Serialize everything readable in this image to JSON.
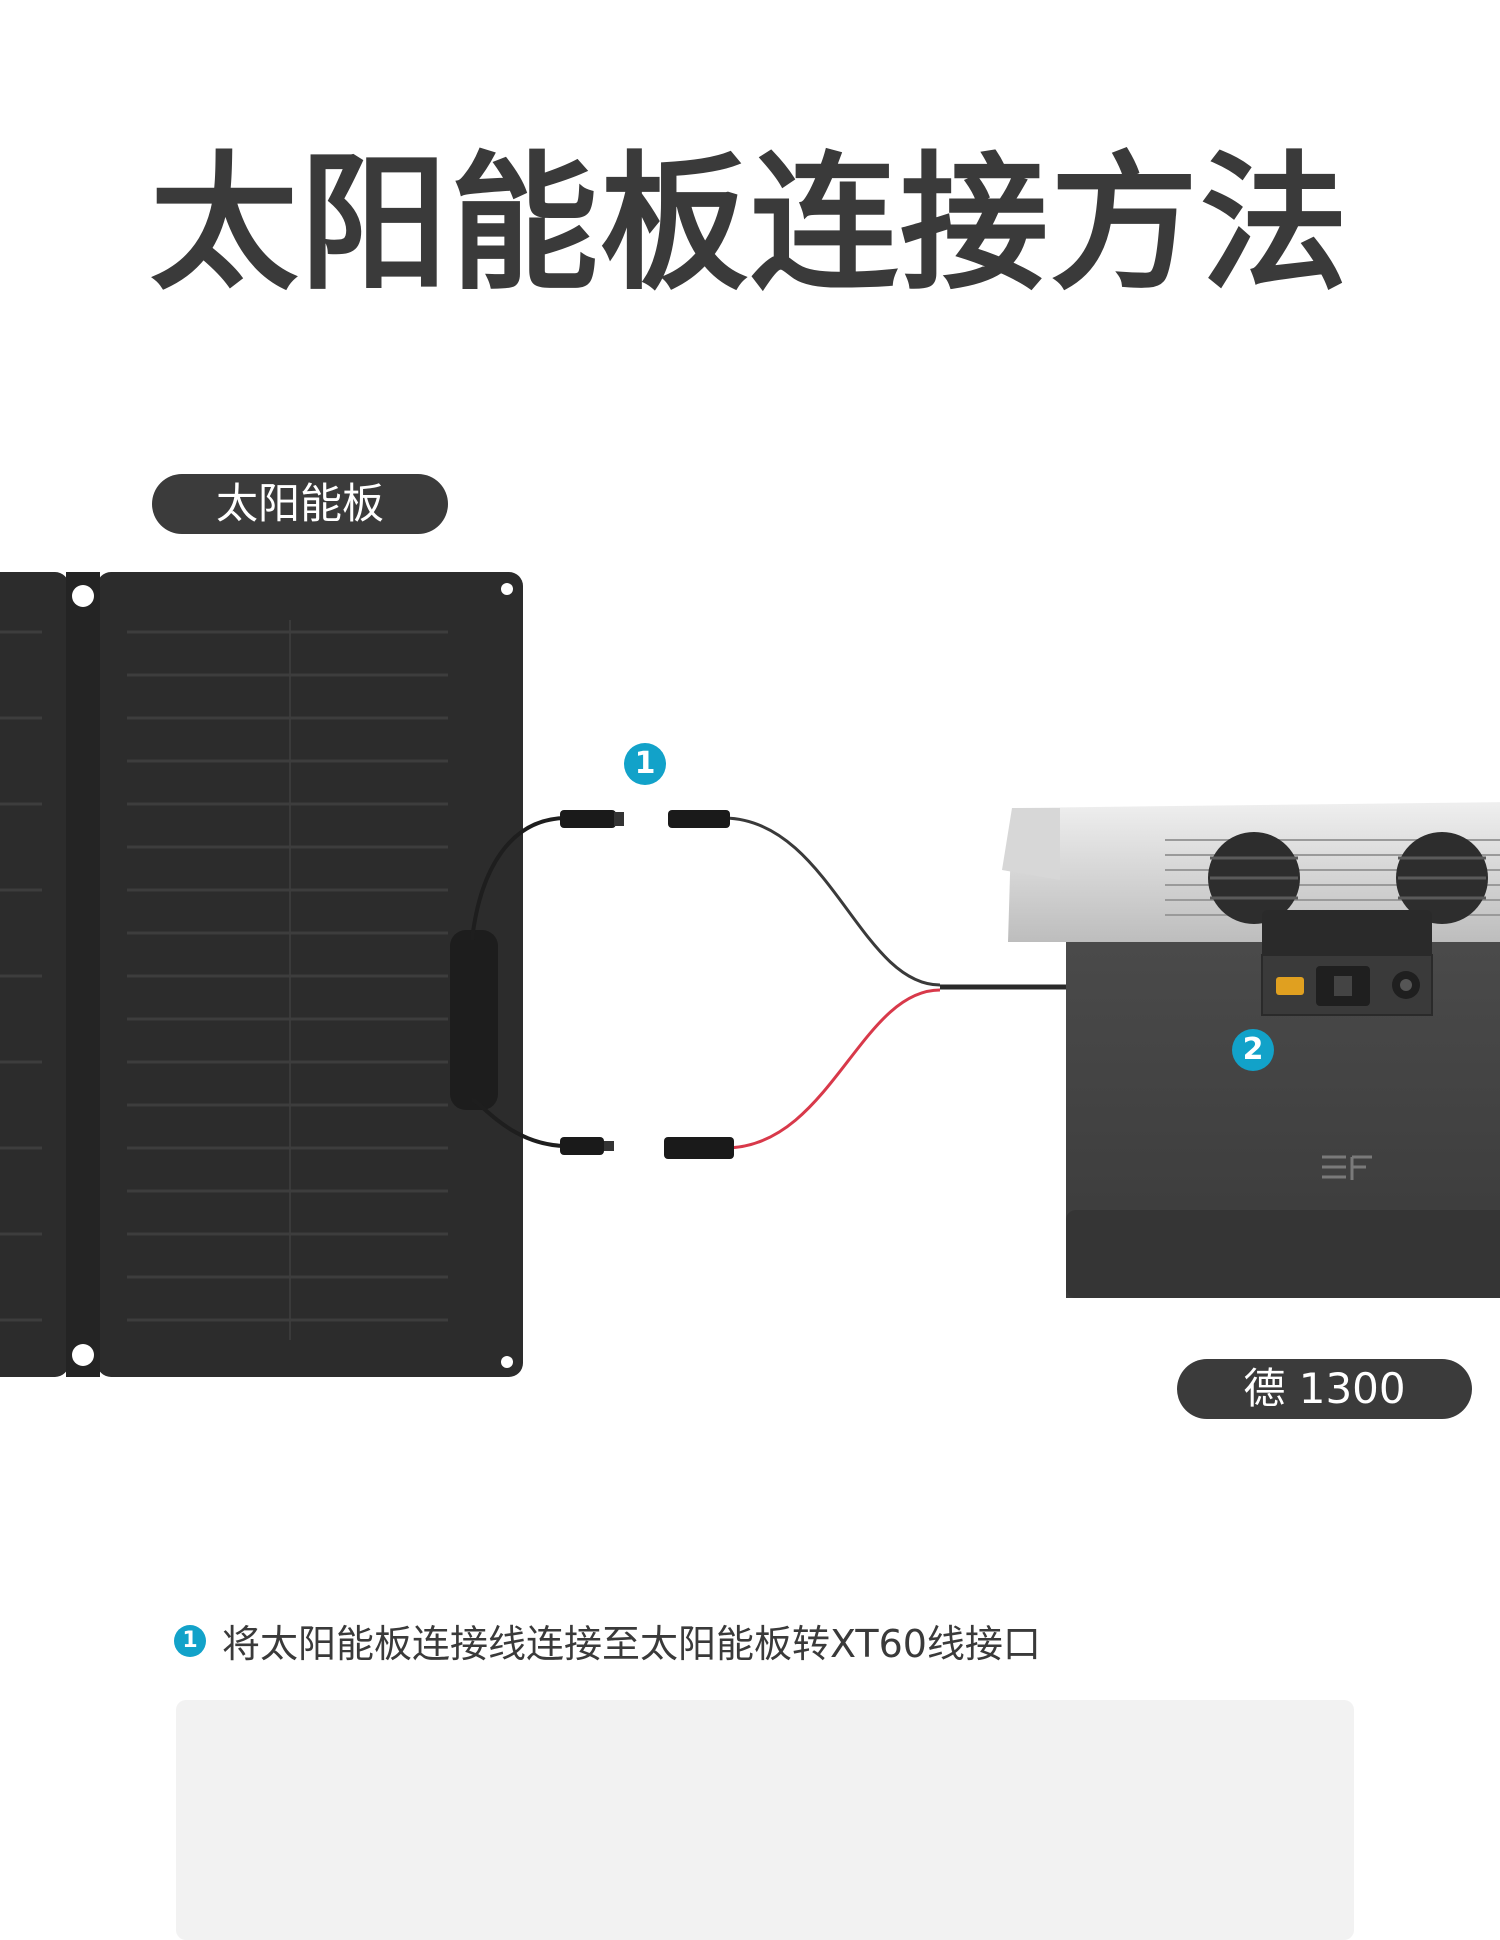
{
  "title": "太阳能板连接方法",
  "labels": {
    "solar_panel": "太阳能板",
    "power_station": "德 1300"
  },
  "badges": {
    "one": "1",
    "two": "2"
  },
  "step": {
    "number": "1",
    "text": "将太阳能板连接线连接至太阳能板转XT60线接口"
  },
  "colors": {
    "accent": "#12a2c9",
    "panel": "#2a2a2a",
    "pill": "#3b3b3b",
    "red_cable": "#d8394a"
  }
}
